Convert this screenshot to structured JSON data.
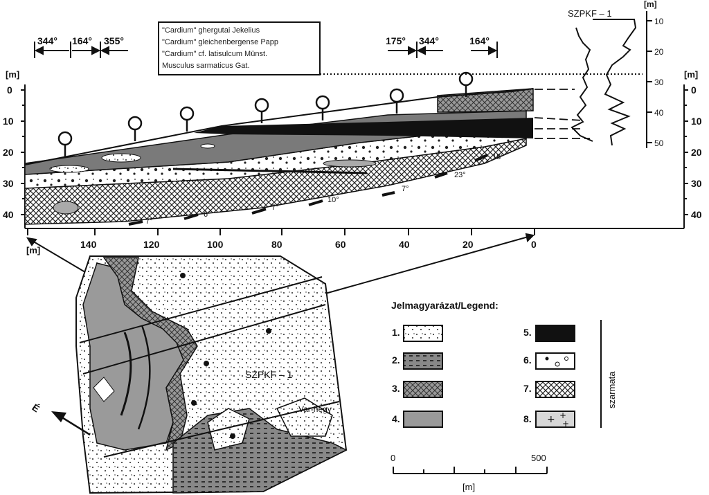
{
  "fossil_box": {
    "lines": [
      "\"Cardium\" ghergutai Jekelius",
      "\"Cardium\" gleichenbergense Papp",
      "\"Cardium\" cf. latisulcum Münst.",
      "Musculus sarmaticus Gat."
    ]
  },
  "bearings_left": [
    "344°",
    "164°",
    "355°"
  ],
  "bearings_right": [
    "175°",
    "344°",
    "164°"
  ],
  "log": {
    "title": "SZPKF – 1",
    "unit": "[m]",
    "ticks": [
      "10",
      "20",
      "30",
      "40",
      "50"
    ]
  },
  "section": {
    "depth_unit": "[m]",
    "depth_ticks": [
      "0",
      "10",
      "20",
      "30",
      "40"
    ],
    "distance_unit": "[m]",
    "distance_ticks": [
      "140",
      "120",
      "100",
      "80",
      "60",
      "40",
      "20",
      "0"
    ],
    "dip_labels": [
      "18°",
      "23°",
      "7°",
      "10°",
      "7°",
      "6°",
      "7°"
    ]
  },
  "map": {
    "well_label": "SZPKF – 1",
    "hill_label": "Var-hegy",
    "north_label": "É"
  },
  "legend": {
    "title": "Jelmagyarázat/Legend:",
    "items": [
      "1.",
      "2.",
      "3.",
      "4.",
      "5.",
      "6.",
      "7.",
      "8."
    ],
    "group_label": "szarmata"
  },
  "scale": {
    "start": "0",
    "end": "500",
    "unit": "[m]"
  }
}
